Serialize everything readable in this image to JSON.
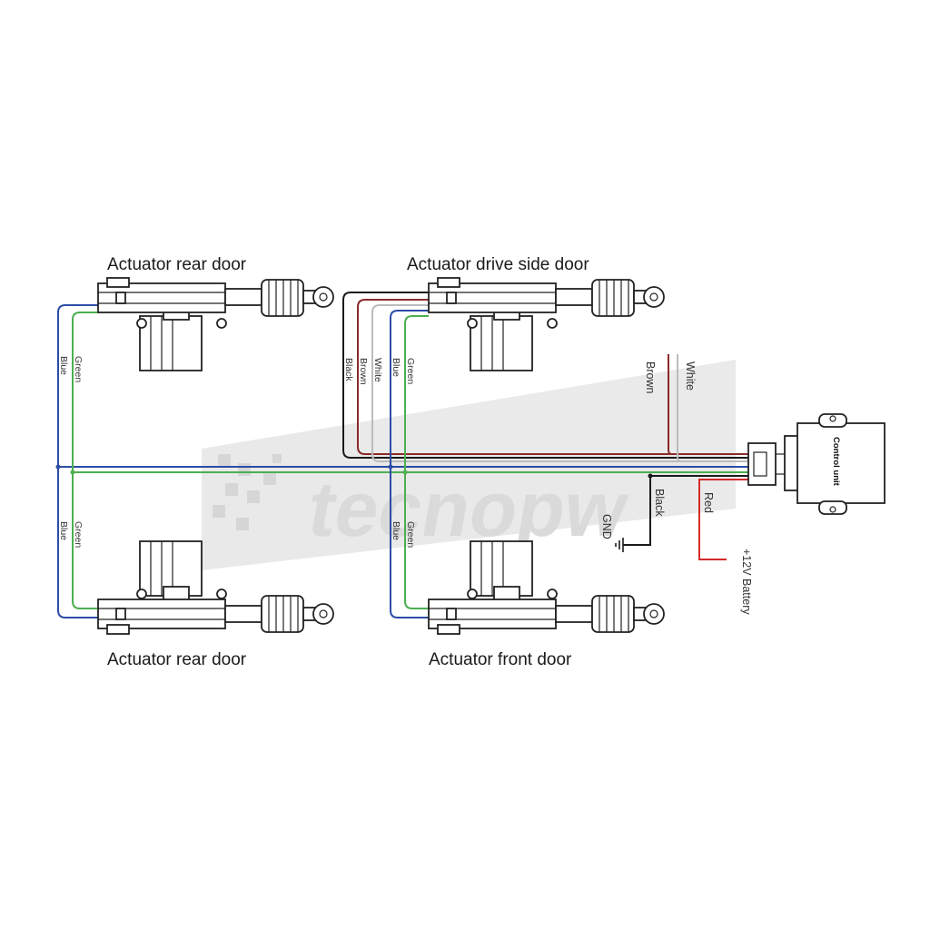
{
  "labels": {
    "rear_door_top": "Actuator rear door",
    "drive_side_door": "Actuator drive side door",
    "rear_door_bottom": "Actuator rear door",
    "front_door": "Actuator front door",
    "control_unit": "Control unit",
    "gnd": "GND",
    "battery": "+12V Battery"
  },
  "wires": {
    "blue": "Blue",
    "green": "Green",
    "black": "Black",
    "brown": "Brown",
    "white": "White",
    "red": "Red"
  },
  "colors": {
    "blue": "#2c4da6",
    "green": "#4caf50",
    "black": "#1a1a1a",
    "brown": "#8b2a2a",
    "white": "#bcbcbc",
    "red": "#d42a2a",
    "watermark": "#d9d9d9"
  },
  "watermark": {
    "text": "tecnopw"
  }
}
